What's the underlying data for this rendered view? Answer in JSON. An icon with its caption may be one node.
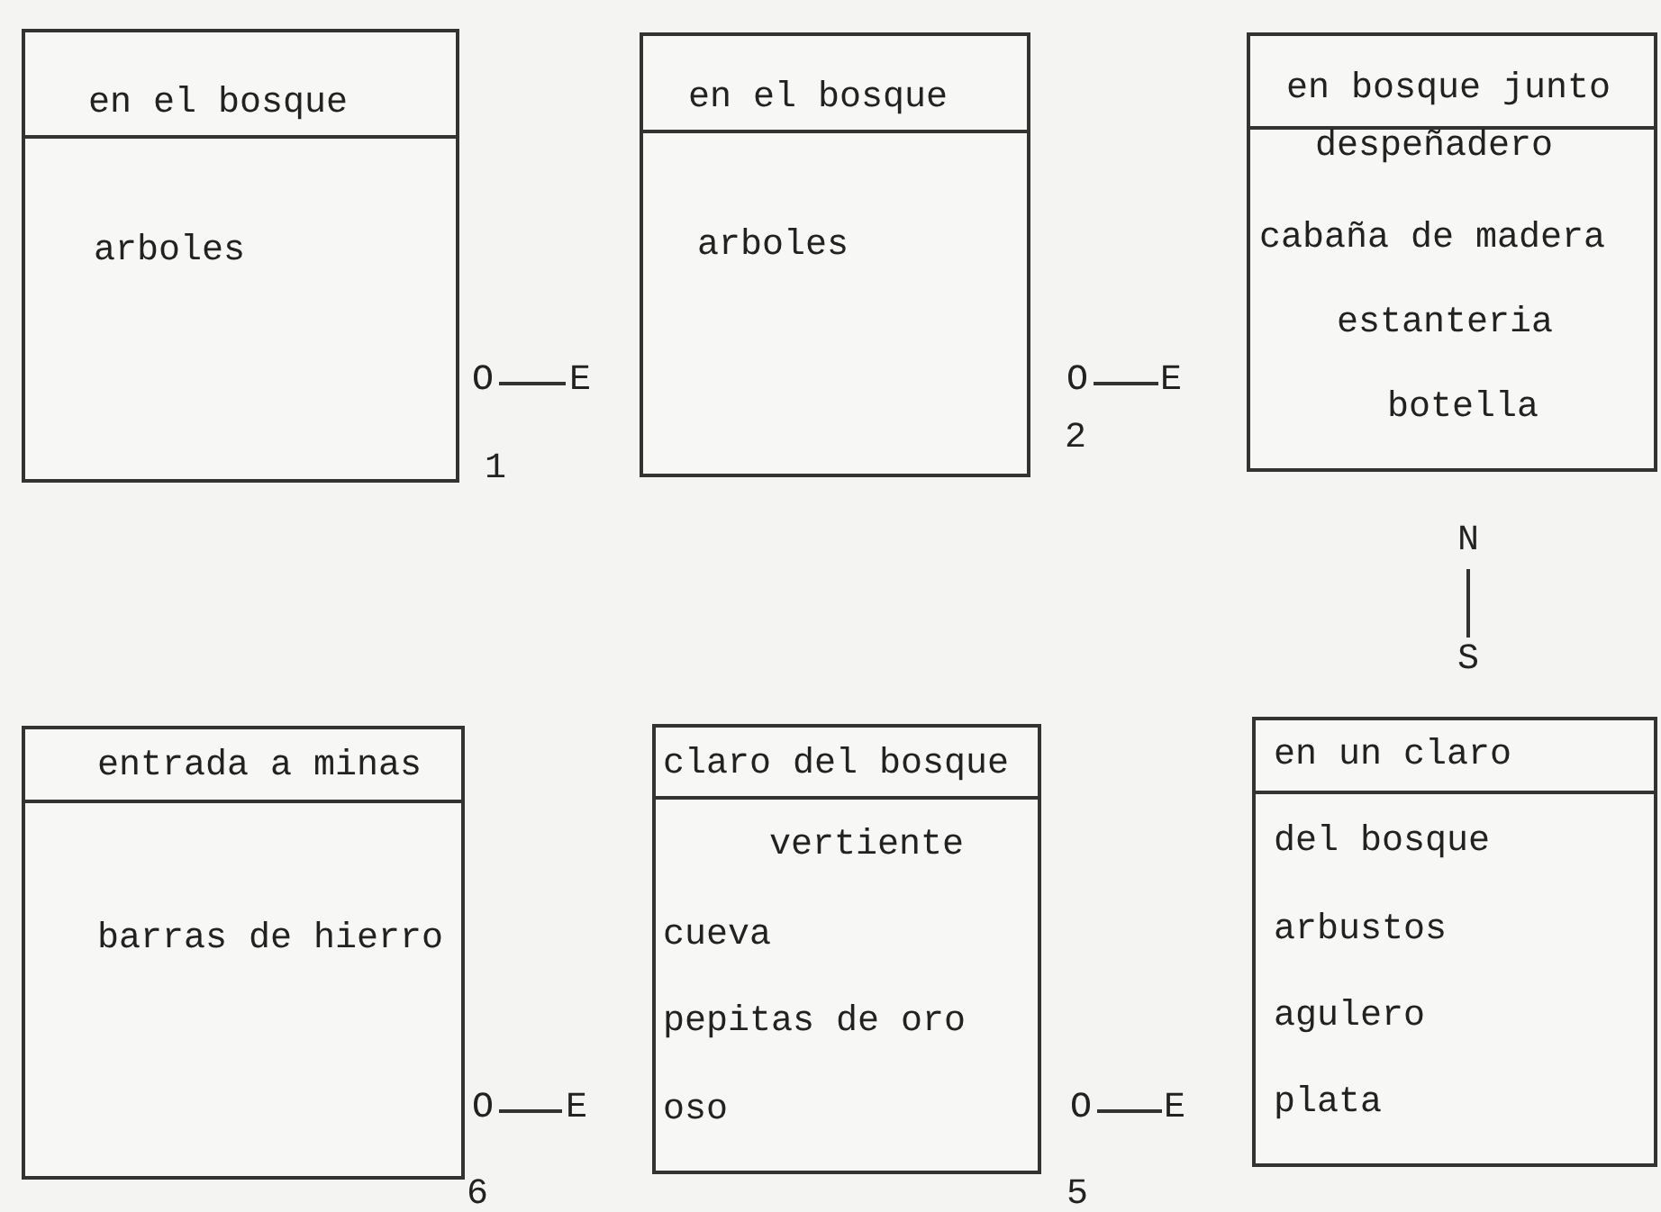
{
  "diagram": {
    "nodes": [
      {
        "text": [
          "en el bosque",
          "arboles"
        ]
      },
      {
        "text": [
          "en el bosque",
          "arboles"
        ]
      },
      {
        "text": [
          "en bosque junto",
          "despeñadero",
          "cabaña de madera",
          "estanteria",
          "botella"
        ]
      },
      {
        "text": [
          "entrada a minas",
          "barras de hierro"
        ]
      },
      {
        "text": [
          "claro del bosque",
          "vertiente",
          "cueva",
          "pepitas de oro",
          "oso"
        ]
      },
      {
        "text": [
          "en un claro",
          "del bosque",
          "arbustos",
          "agulero",
          "plata"
        ]
      }
    ],
    "labels": [
      "O",
      "E",
      "1",
      "O",
      "E",
      "2",
      "N",
      "S",
      "O",
      "E",
      "6",
      "O",
      "E",
      "5"
    ]
  }
}
